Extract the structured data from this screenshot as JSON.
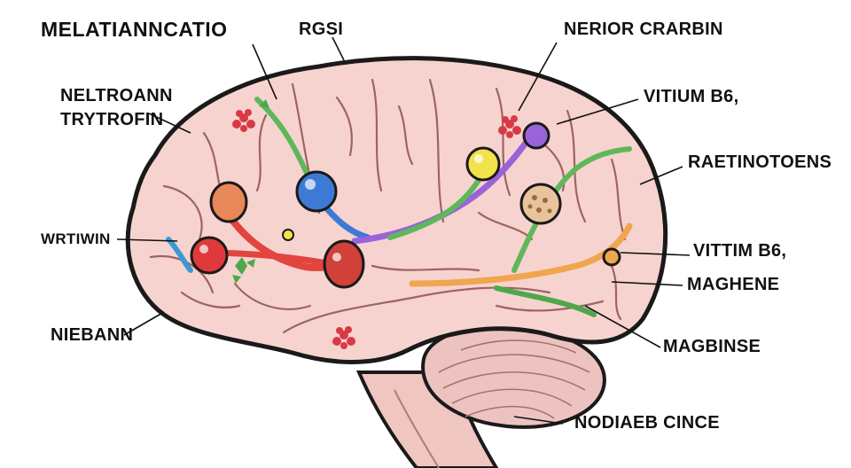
{
  "title": "MELATIANNCATIO",
  "labels": {
    "top_center": "RGSI",
    "top_right": "NERIOR CRARBIN",
    "left_upper_line1": "NELTROANN",
    "left_upper_line2": "TRYTROFIN",
    "right_upper": "VITIUM B6,",
    "right_mid": "RAETINOTOENS",
    "left_mid": "WRTIWIN",
    "right_lower1": "VITTIM B6,",
    "right_lower2": "MAGHENE",
    "right_lower3": "MAGBINSE",
    "left_lower": "NIEBANN",
    "bottom": "NODIAEB CINCE"
  },
  "colors": {
    "brain_fill": "#f7d3d0",
    "brain_outline": "#1a1a1a",
    "cerebellum_fill": "#ecc3c0",
    "stem_fill": "#f0c6c0",
    "green_path": "#5db85a",
    "purple_path": "#9a63d9",
    "red_path": "#e2443e",
    "orange_path": "#f0a64e",
    "blue_node": "#3d7ad6",
    "yellow_node": "#f2e34a",
    "orange_node": "#e8875a",
    "red_node": "#e0393c",
    "flower": "#d83a45"
  }
}
